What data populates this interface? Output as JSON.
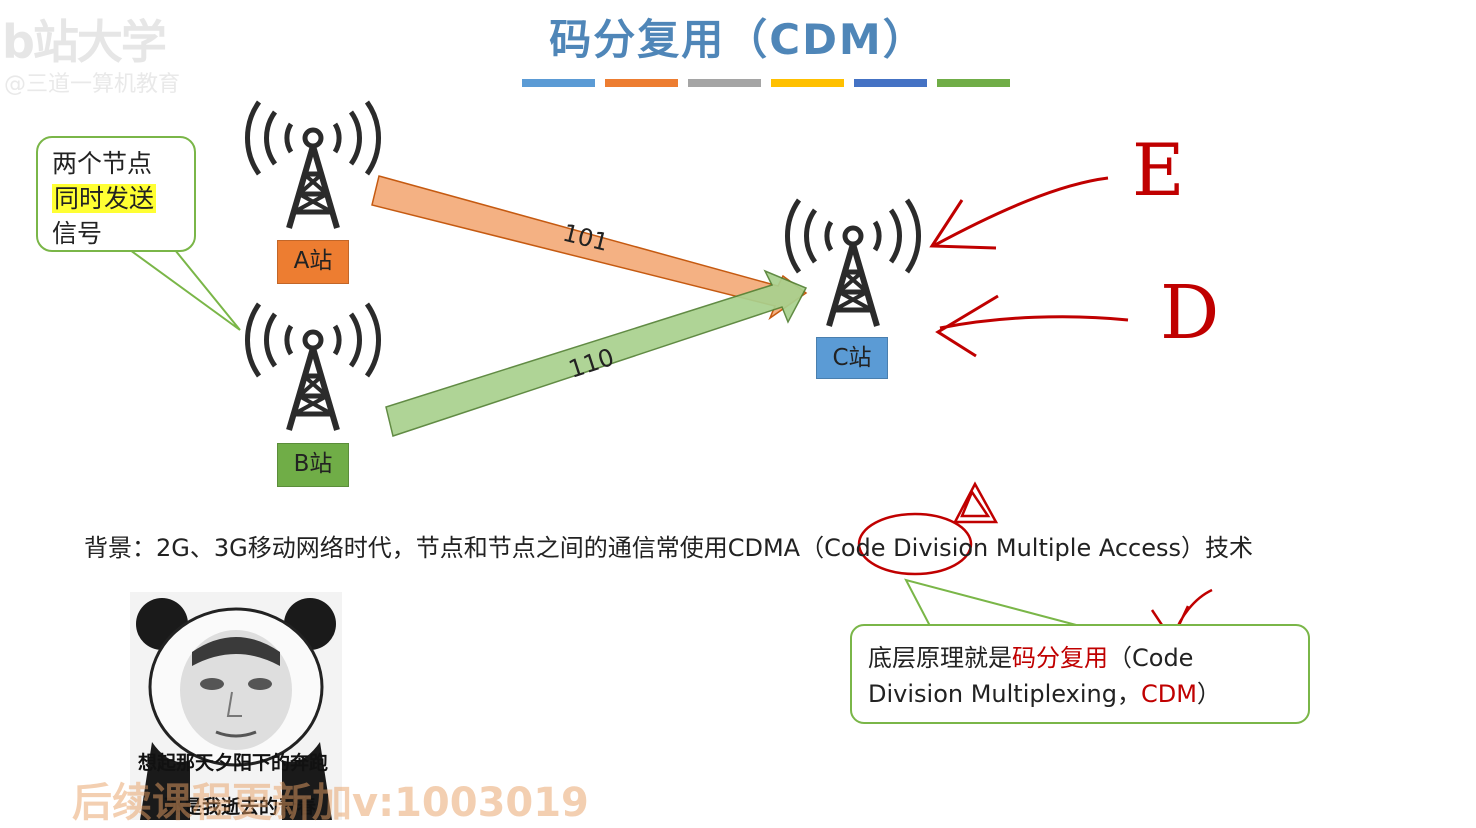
{
  "watermark": {
    "brand": "b站大学",
    "sub": "@三道一算机教育"
  },
  "title": "码分复用（CDM）",
  "color_bars": [
    "#5b9bd5",
    "#ed7d31",
    "#a5a5a5",
    "#ffc000",
    "#4472c4",
    "#70ad47"
  ],
  "callout": {
    "line1": "两个节点",
    "line2": "同时发送",
    "line3": "信号"
  },
  "stations": {
    "a": {
      "label": "A站",
      "color": "#ed7d31"
    },
    "b": {
      "label": "B站",
      "color": "#70ad47"
    },
    "c": {
      "label": "C站",
      "color": "#5b9bd5"
    }
  },
  "codes": {
    "a": "101",
    "b": "110"
  },
  "annotations": {
    "e": "E",
    "d": "D"
  },
  "background_line": "背景：2G、3G移动网络时代，节点和节点之间的通信常使用CDMA（Code Division Multiple Access）技术",
  "note": {
    "prefix": "底层原理就是",
    "highlight": "码分复用",
    "mid": "（Code",
    "line2_a": "Division Multiplexing，",
    "line2_red": "CDM",
    "line2_b": "）"
  },
  "meme": {
    "caption1": "想起那天夕阳下的奔跑",
    "caption2": "那是我逝去的青春"
  },
  "bottom_watermark": "后续课程更新加v:1003019"
}
